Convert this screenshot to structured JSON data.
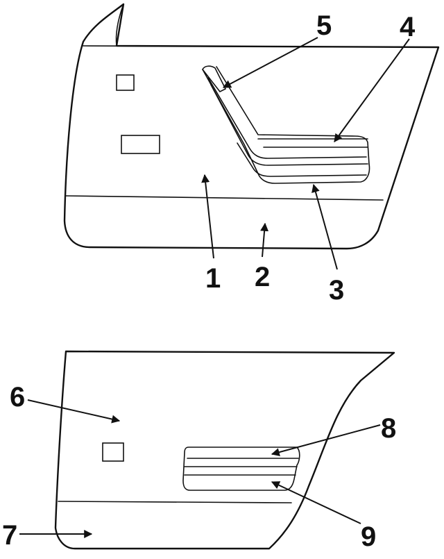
{
  "figure": {
    "callouts": {
      "c1": "1",
      "c2": "2",
      "c3": "3",
      "c4": "4",
      "c5": "5",
      "c6": "6",
      "c7": "7",
      "c8": "8",
      "c9": "9"
    }
  },
  "colors": {
    "ink": "#111111",
    "background": "#ffffff"
  }
}
